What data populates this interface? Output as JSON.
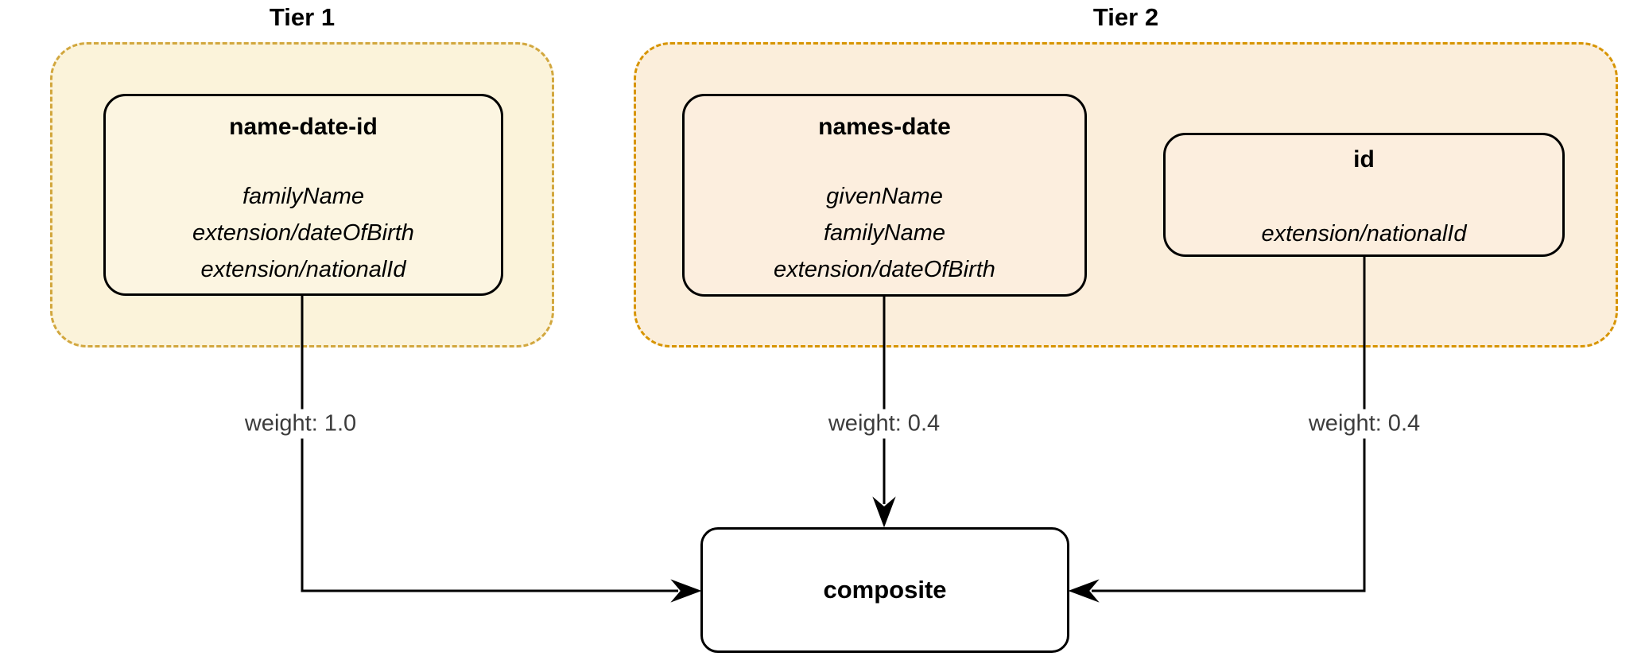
{
  "diagram": {
    "tiers": [
      {
        "label": "Tier 1"
      },
      {
        "label": "Tier 2"
      }
    ],
    "nodes": {
      "name_date_id": {
        "title": "name-date-id",
        "attributes": [
          "familyName",
          "extension/dateOfBirth",
          "extension/nationalId"
        ],
        "tier": "Tier 1"
      },
      "names_date": {
        "title": "names-date",
        "attributes": [
          "givenName",
          "familyName",
          "extension/dateOfBirth"
        ],
        "tier": "Tier 2"
      },
      "id": {
        "title": "id",
        "attributes": [
          "extension/nationalId"
        ],
        "tier": "Tier 2"
      },
      "composite": {
        "title": "composite"
      }
    },
    "edges": [
      {
        "from": "name-date-id",
        "to": "composite",
        "label": "weight: 1.0"
      },
      {
        "from": "names-date",
        "to": "composite",
        "label": "weight: 0.4"
      },
      {
        "from": "id",
        "to": "composite",
        "label": "weight: 0.4"
      }
    ],
    "colors": {
      "tier1_fill": "#fbf3da",
      "tier1_stroke": "#d2a73e",
      "tier2_fill": "#fbeedb",
      "tier2_stroke": "#d79400",
      "node_fill_tier1": "#fcf5e1",
      "node_fill_tier2": "#fceede",
      "node_stroke": "#000000",
      "composite_fill": "#ffffff",
      "edge_color": "#000000",
      "label_color": "#3c3c3c",
      "title_color": "#000000"
    }
  }
}
